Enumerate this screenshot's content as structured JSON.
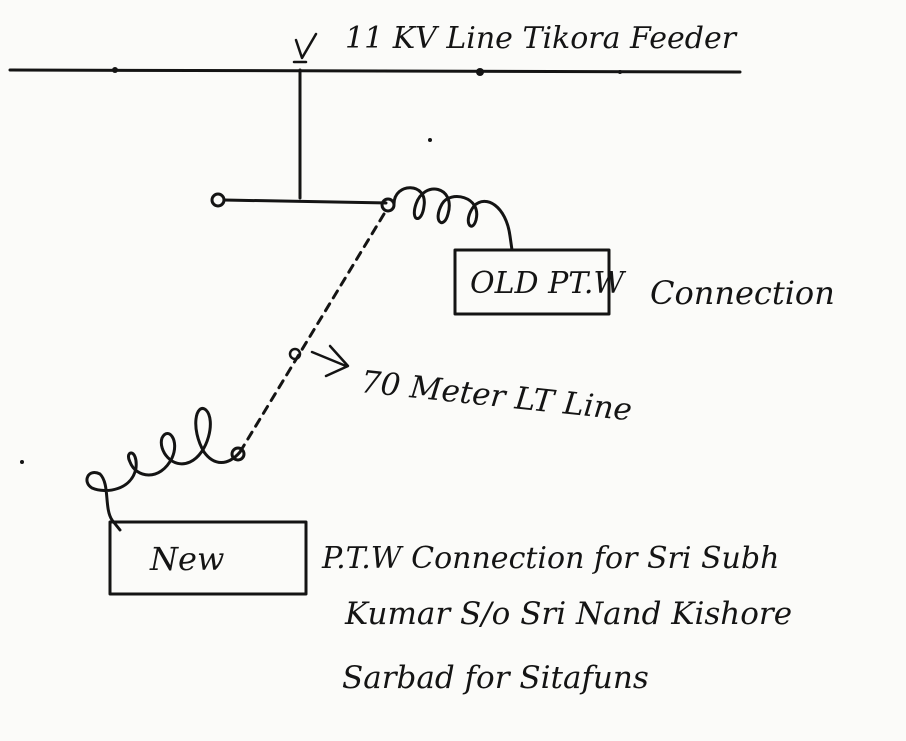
{
  "diagram": {
    "line_label": "11 KV Line Tikora Feeder",
    "old_box_label": "OLD PT.W",
    "old_connection_label": "Connection",
    "distance_label": "70 Meter LT Line",
    "new_box_label": "New",
    "new_connection_lines": [
      "P.T.W Connection for Sri Subh",
      "Kumar S/o Sri Nand Kishore",
      "Sarbad for Sitafuns"
    ]
  }
}
